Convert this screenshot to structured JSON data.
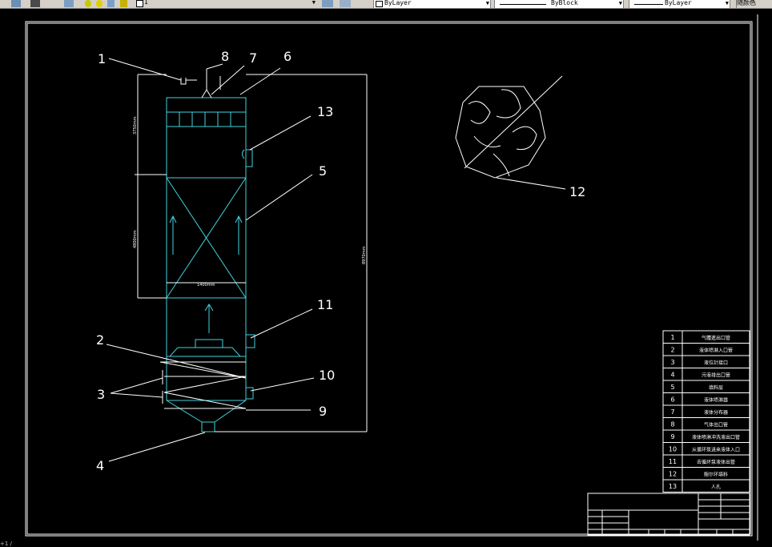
{
  "toolbar": {
    "layer_name": "1",
    "color_combo": "ByLayer",
    "linetype_combo": "ByBlock",
    "lineweight_combo": "ByLayer",
    "random_color_label": "随颜色"
  },
  "callouts": [
    "1",
    "8",
    "7",
    "6",
    "13",
    "5",
    "11",
    "2",
    "10",
    "3",
    "9",
    "4",
    "12"
  ],
  "dimensions": {
    "d_top": "3750mm",
    "d_mid": "4800mm",
    "d_width": "1400mm",
    "d_total": "8970mm"
  },
  "parts_table": [
    {
      "no": "1",
      "name": "气體進出口管"
    },
    {
      "no": "2",
      "name": "液体喷淋入口管"
    },
    {
      "no": "3",
      "name": "液位計接口"
    },
    {
      "no": "4",
      "name": "污液排出口管"
    },
    {
      "no": "5",
      "name": "填料层"
    },
    {
      "no": "6",
      "name": "液体喷淋器"
    },
    {
      "no": "7",
      "name": "液体分布器"
    },
    {
      "no": "8",
      "name": "气体出口管"
    },
    {
      "no": "9",
      "name": "液体喷淋冲洗液出口管"
    },
    {
      "no": "10",
      "name": "从循环泵进来液体入口"
    },
    {
      "no": "11",
      "name": "去循环泵液体出管"
    },
    {
      "no": "12",
      "name": "鲍尔环填料"
    },
    {
      "no": "13",
      "name": "人孔"
    }
  ],
  "colors": {
    "background": "#000000",
    "drawing_white": "#ffffff",
    "vessel_cyan": "#3fd2dd",
    "toolbar_gray": "#d4d0c8"
  },
  "status_text": "+1 /"
}
